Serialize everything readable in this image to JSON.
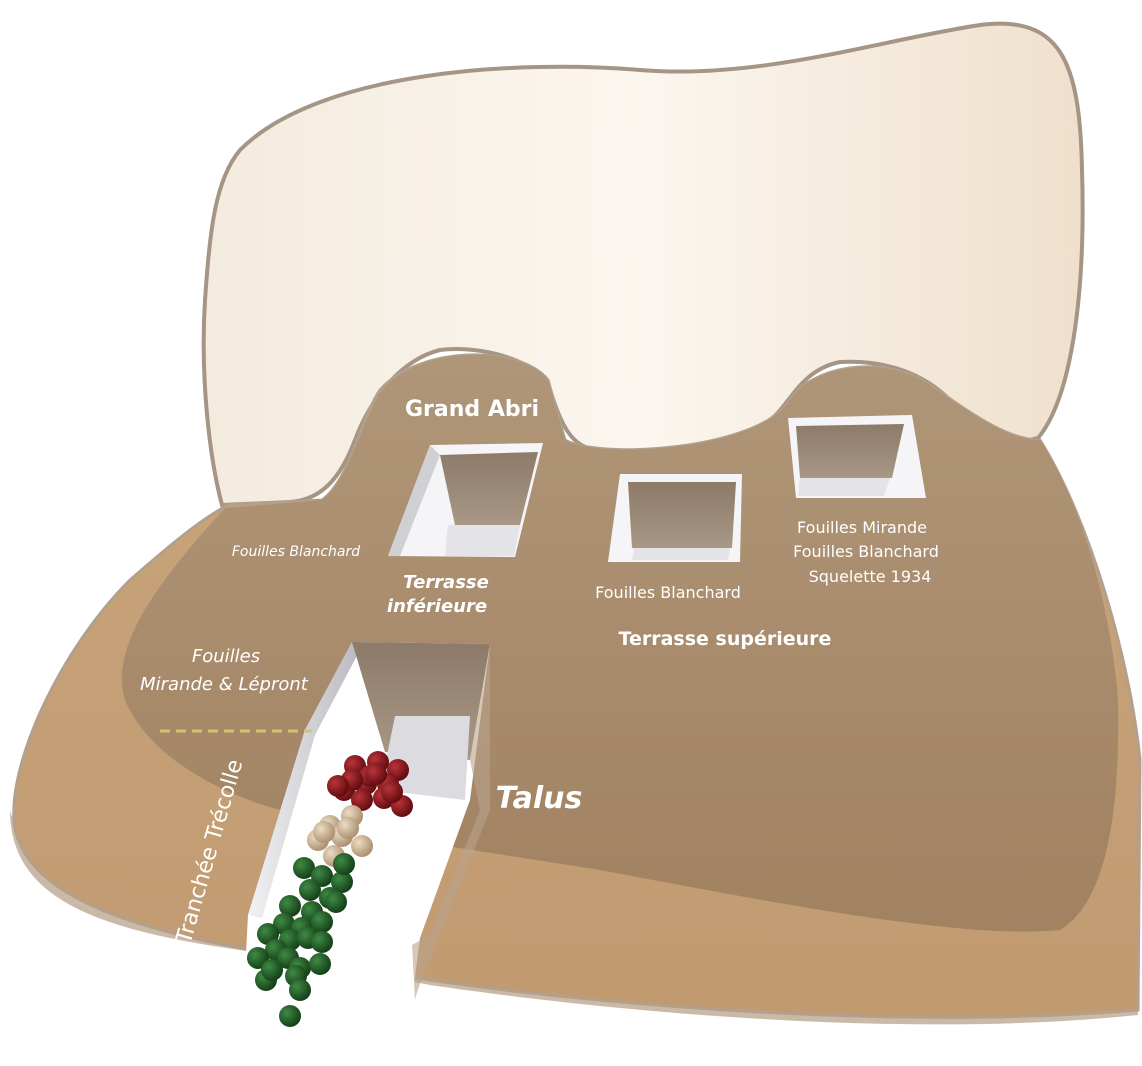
{
  "labels": {
    "grand_abri": "Grand Abri",
    "fouilles_blanchard_left": "Fouilles Blanchard",
    "terrasse_inferieure_1": "Terrasse",
    "terrasse_inferieure_2": "inférieure",
    "fouilles_blanchard_center": "Fouilles Blanchard",
    "fouilles_mirande": "Fouilles Mirande",
    "fouilles_blanchard_right": "Fouilles Blanchard",
    "squelette": "Squelette 1934",
    "terrasse_superieure": "Terrasse supérieure",
    "fouilles_mirande_lepront_1": "Fouilles",
    "fouilles_mirande_lepront_2": "Mirande & Lépront",
    "talus": "Talus",
    "tranchee": "Tranchée Trécolle"
  },
  "colors": {
    "rock_light": "#efe3d2",
    "ground": "#c49d72",
    "terrace": "#a08466",
    "pit_floor": "#d8d8dc",
    "dashed_line": "#d6c070",
    "ball_red": "#7a1116",
    "ball_beige": "#c2ab8c",
    "ball_green": "#1f5a23"
  },
  "ball_groups": [
    {
      "name": "red",
      "count": 14
    },
    {
      "name": "beige",
      "count": 8
    },
    {
      "name": "green",
      "count": 26
    }
  ]
}
